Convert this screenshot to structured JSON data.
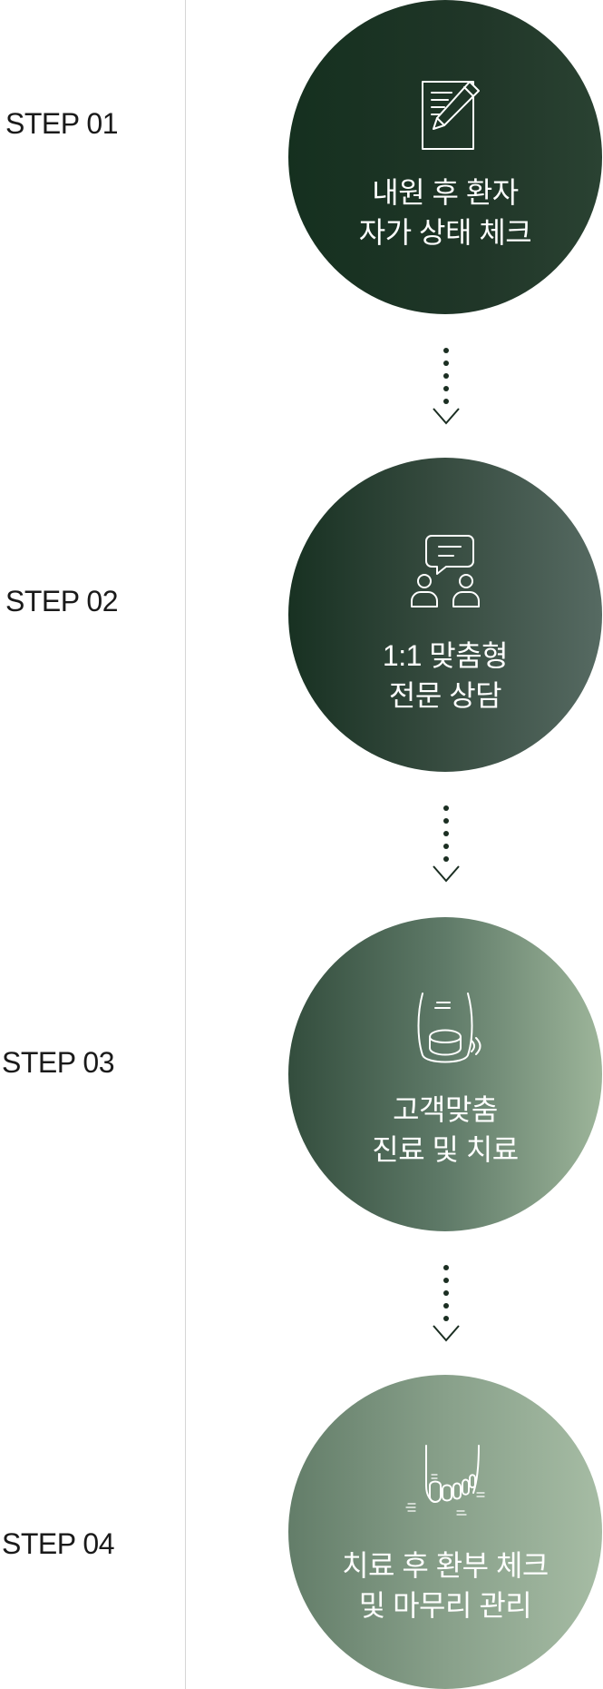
{
  "steps": [
    {
      "label": "STEP 01",
      "icon": "pencil-document-icon",
      "line1": "내원 후 환자",
      "line2": "자가 상태 체크"
    },
    {
      "label": "STEP 02",
      "icon": "consultation-chat-icon",
      "line1": "1:1 맞춤형",
      "line2": "전문 상담"
    },
    {
      "label": "STEP 03",
      "icon": "toenail-treatment-icon",
      "line1": "고객맞춤",
      "line2": "진료 및 치료"
    },
    {
      "label": "STEP 04",
      "icon": "foot-toes-icon",
      "line1": "치료 후 환부 체크",
      "line2": "및 마무리 관리"
    }
  ],
  "colors": {
    "step1": "#1b3324",
    "step2": "#3a4f43",
    "step3": "#6a8570",
    "step4": "#8ea68f",
    "label": "#1a1a1a",
    "divider": "#d6d6d6",
    "arrow": "#1b2e22"
  }
}
